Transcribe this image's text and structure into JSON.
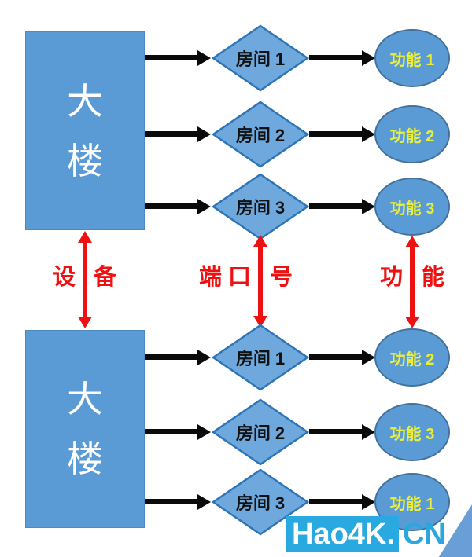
{
  "top_section": {
    "building_chars": [
      "大",
      "楼"
    ],
    "rooms": [
      "房间 1",
      "房间 2",
      "房间 3"
    ],
    "functions": [
      "功能 1",
      "功能 2",
      "功能 3"
    ]
  },
  "bottom_section": {
    "building_chars": [
      "大",
      "楼"
    ],
    "rooms": [
      "房间 1",
      "房间 2",
      "房间 3"
    ],
    "functions": [
      "功能 2",
      "功能 3",
      "功能 1"
    ]
  },
  "axis_labels": {
    "device": {
      "left": "设",
      "right": "备"
    },
    "port": {
      "left": "端 口",
      "right": "号"
    },
    "function": {
      "left": "功",
      "right": "能"
    }
  },
  "watermark": {
    "brand": "Hao4K",
    "dot": ".",
    "tld": "CN"
  },
  "colors": {
    "rect_fill": "#5b9bd5",
    "rect_border": "#4a8bc4",
    "diamond_fill": "#6fa8dc",
    "diamond_border": "#2e75b6",
    "circle_fill": "#5b9bd5",
    "circle_border": "#41719c",
    "building_text": "#ffffff",
    "room_text": "#111111",
    "function_text": "#e9ee3c",
    "arrow_black": "#0a0a0a",
    "arrow_red": "#ee1111",
    "watermark_bg": "#29a9e0",
    "watermark_text": "#ffffff",
    "watermark_tld": "#2aa7de",
    "corner_fill": "#699fd6"
  }
}
